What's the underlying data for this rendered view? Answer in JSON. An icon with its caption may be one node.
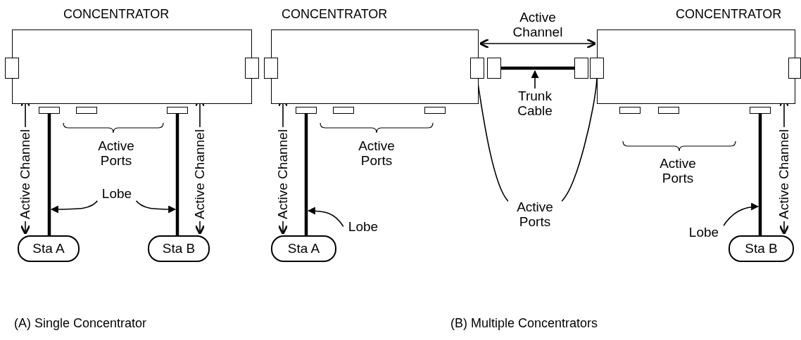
{
  "diagram": {
    "nodes": [
      {
        "text": [
          "CONCENTRATOR"
        ]
      },
      {
        "text": [],
        "shape": "box"
      },
      {
        "text": [],
        "shape": "box"
      },
      {
        "text": [],
        "shape": "box"
      },
      {
        "text": [],
        "shape": "box"
      },
      {
        "text": [],
        "shape": "box"
      },
      {
        "text": [
          "Sta A"
        ]
      },
      {
        "text": [
          "Sta B"
        ]
      },
      {
        "text": [
          "Lobe"
        ]
      },
      {
        "text": [
          "CONCENTRATOR"
        ]
      },
      {
        "text": [],
        "shape": "box"
      },
      {
        "text": [],
        "shape": "box"
      },
      {
        "text": [],
        "shape": "box"
      },
      {
        "text": [],
        "shape": "box"
      },
      {
        "text": [],
        "shape": "box"
      },
      {
        "text": [],
        "shape": "box"
      },
      {
        "text": [],
        "shape": "box"
      },
      {
        "text": [
          "CONCENTRATOR"
        ]
      },
      {
        "text": [],
        "shape": "box"
      },
      {
        "text": [],
        "shape": "box"
      },
      {
        "text": [],
        "shape": "box"
      },
      {
        "text": [],
        "shape": "box"
      },
      {
        "text": [],
        "shape": "box"
      },
      {
        "text": [
          "Trunk Cable"
        ]
      },
      {
        "text": [
          "Active Ports"
        ]
      },
      {
        "text": [
          "Sta A"
        ]
      },
      {
        "text": [
          "Sta B"
        ]
      },
      {
        "text": [
          "Lobe"
        ]
      },
      {
        "text": [
          "Lobe"
        ]
      }
    ],
    "edges": [
      {
        "from": 3,
        "to": 6,
        "arrow": "none",
        "style": "thick"
      },
      {
        "from": 5,
        "to": 7,
        "arrow": "none",
        "style": "thick"
      },
      {
        "from": 8,
        "to": null,
        "arrow": "to"
      },
      {
        "from": 8,
        "to": null,
        "arrow": "to"
      },
      {
        "from": 15,
        "to": 16,
        "arrow": "none",
        "style": "thick"
      },
      {
        "from": 23,
        "to": null,
        "arrow": "to"
      },
      {
        "from": 24,
        "to": 11,
        "arrow": "none"
      },
      {
        "from": 24,
        "to": 18,
        "arrow": "none"
      },
      {
        "from": 12,
        "to": 25,
        "arrow": "none",
        "style": "thick"
      },
      {
        "from": 22,
        "to": 26,
        "arrow": "none",
        "style": "thick"
      },
      {
        "from": 27,
        "to": null,
        "arrow": "to"
      },
      {
        "from": 28,
        "to": null,
        "arrow": "to"
      },
      {
        "from": 9,
        "to": 17,
        "arrow": "both",
        "label": "Active Channel"
      },
      {
        "from": 3,
        "to": 6,
        "arrow": "both",
        "label": "Active Channel"
      },
      {
        "from": 5,
        "to": 7,
        "arrow": "both",
        "label": "Active Channel"
      },
      {
        "from": 12,
        "to": 25,
        "arrow": "both",
        "label": "Active Channel"
      },
      {
        "from": 22,
        "to": 26,
        "arrow": "both",
        "label": "Active Channel"
      }
    ],
    "labels": [
      "Active Ports",
      "Active Ports",
      "Active Ports",
      "(A) Single Concentrator",
      "(B) Multiple Concentrators"
    ]
  }
}
